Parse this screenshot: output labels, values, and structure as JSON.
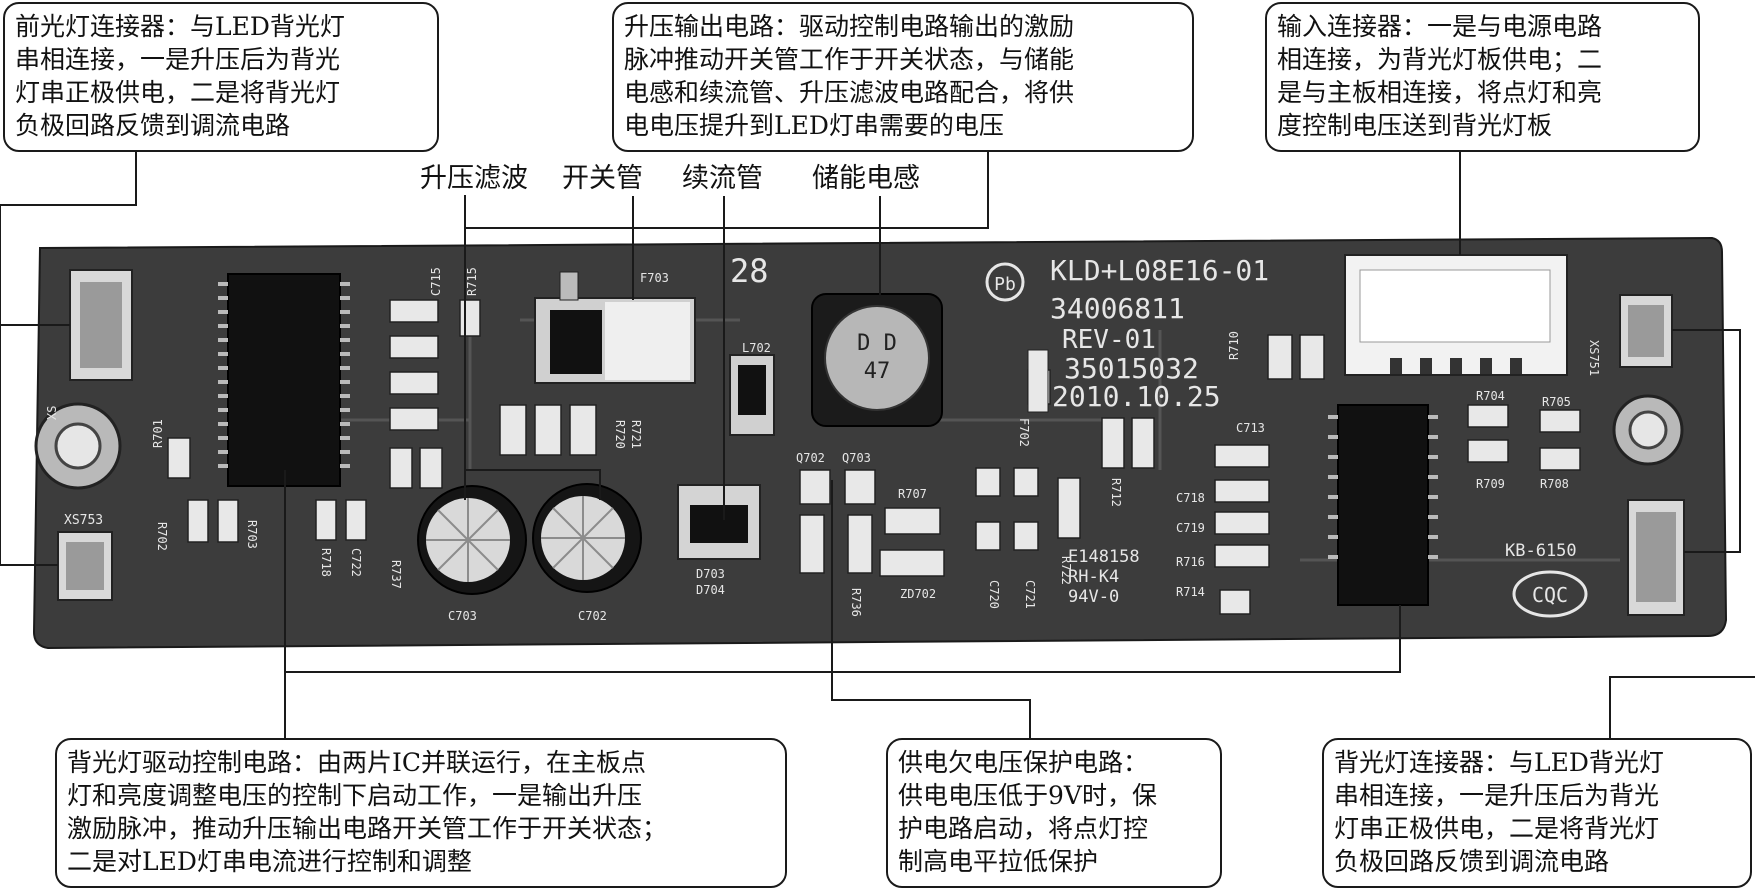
{
  "callouts": {
    "front_connector": "前光灯连接器：与LED背光灯\n串相连接，一是升压后为背光\n灯串正极供电，二是将背光灯\n负极回路反馈到调流电路",
    "boost_output": "升压输出电路：驱动控制电路输出的激励\n脉冲推动开关管工作于开关状态，与储能\n电感和续流管、升压滤波电路配合，将供\n电电压提升到LED灯串需要的电压",
    "input_connector": "输入连接器：一是与电源电路\n相连接，为背光灯板供电；二\n是与主板相连接，将点灯和亮\n度控制电压送到背光灯板",
    "driver_control": "背光灯驱动控制电路：由两片IC并联运行，在主板点\n灯和亮度调整电压的控制下启动工作，一是输出升压\n激励脉冲，推动升压输出电路开关管工作于开关状态；\n二是对LED灯串电流进行控制和调整",
    "undervoltage": "供电欠电压保护电路：\n供电电压低于9V时，保\n护电路启动，将点灯控\n制高电平拉低保护",
    "backlight_connector": "背光灯连接器：与LED背光灯\n串相连接，一是升压后为背光\n灯串正极供电，二是将背光灯\n负极回路反馈到调流电路"
  },
  "part_labels": {
    "boost_filter": "升压滤波",
    "switch_tube": "开关管",
    "freewheel_tube": "续流管",
    "storage_inductor": "储能电感"
  },
  "board": {
    "model": "KLD+L08E16-01",
    "part_number": "34006811",
    "revision": "REV-01",
    "serial": "35015032",
    "date": "2010.10.25",
    "cert_code": "E148158",
    "rating_code": "RH-K4",
    "flame_rating": "94V-0",
    "kb_code": "KB-6150",
    "cqc_mark": "CQC",
    "inductor_code_top": "D D",
    "inductor_code_bottom": "47",
    "silk_pos_left": "28",
    "silk_xs": "XS",
    "silk_xs753": "XS753",
    "silk_xs751": "XS751",
    "silk_c703": "C703",
    "silk_c702": "C702",
    "silk_d703": "D703",
    "silk_d704": "D704",
    "silk_zd702": "ZD702",
    "silk_c713": "C713",
    "silk_c718": "C718",
    "silk_c719": "C719",
    "silk_r716": "R716",
    "silk_r714": "R714",
    "silk_r704": "R704",
    "silk_r705": "R705",
    "silk_r708": "R708",
    "silk_r709": "R709",
    "silk_r707": "R707",
    "silk_l702": "L702",
    "silk_q702": "Q702",
    "silk_q703": "Q703",
    "silk_r722": "R722",
    "silk_c720": "C720",
    "silk_c721": "C721",
    "silk_r702": "R702",
    "silk_r701": "R701",
    "silk_r703": "R703",
    "silk_r718": "R718",
    "silk_r736": "R736",
    "silk_r712": "R712",
    "silk_c722": "C722",
    "silk_r710": "R710",
    "silk_r720": "R720",
    "silk_r721": "R721",
    "silk_r737": "R737",
    "silk_c715": "C715",
    "silk_r715": "R715",
    "silk_f702": "F702",
    "silk_f703": "F703"
  },
  "colors": {
    "board": "#3c3c3c",
    "board_dark": "#222222",
    "silk": "#e6e6e6",
    "line": "#1a1a1a"
  }
}
